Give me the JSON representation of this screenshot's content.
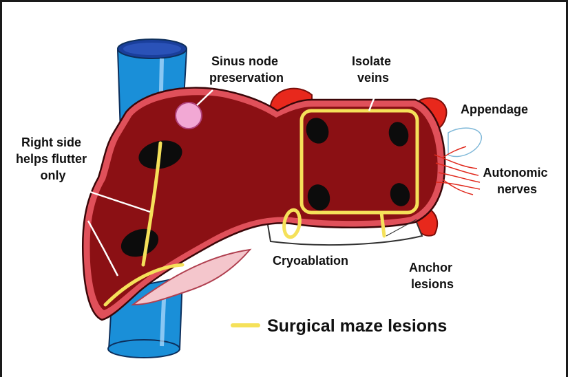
{
  "labels": {
    "sinus_node": [
      "Sinus node",
      "preservation"
    ],
    "isolate_veins": [
      "Isolate",
      "veins"
    ],
    "appendage": [
      "Appendage"
    ],
    "right_side": [
      "Right side",
      "helps flutter",
      "only"
    ],
    "autonomic": [
      "Autonomic",
      "nerves"
    ],
    "cryoablation": [
      "Cryoablation"
    ],
    "anchor": [
      "Anchor",
      "lesions"
    ]
  },
  "legend": {
    "text": "Surgical maze lesions"
  },
  "colors": {
    "atrium": "#8b1014",
    "atrium_rim": "#e0505a",
    "vein_opening": "#0c0c0c",
    "vena_cava": "#1a8fd8",
    "lesion": "#f5e15a",
    "sinus_node": "#f2a8d4",
    "appendage": "#e8281c",
    "nerves": "#e0281c",
    "leader_line": "#ffffff"
  }
}
